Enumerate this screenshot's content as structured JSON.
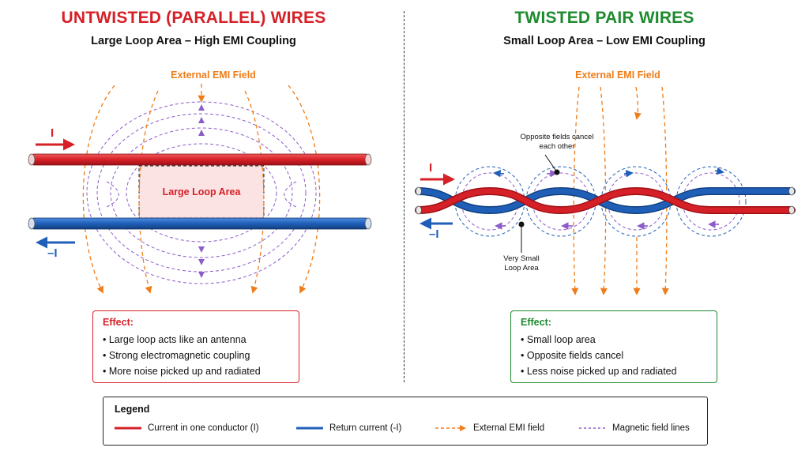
{
  "left": {
    "title": "UNTWISTED (PARALLEL) WIRES",
    "subtitle": "Large Loop Area – High EMI Coupling",
    "emi_label": "External EMI Field",
    "loop_label": "Large Loop Area",
    "current_label": "I",
    "return_label": "–I",
    "effect": {
      "title": "Effect:",
      "items": [
        "Large loop acts like an antenna",
        "Strong electromagnetic coupling",
        "More noise picked up and radiated"
      ]
    }
  },
  "right": {
    "title": "TWISTED PAIR WIRES",
    "subtitle": "Small Loop Area – Low EMI Coupling",
    "emi_label": "External EMI Field",
    "cancel_note": "Opposite fields cancel each other",
    "small_loop_note": "Very Small Loop Area",
    "current_label": "I",
    "return_label": "–I",
    "effect": {
      "title": "Effect:",
      "items": [
        "Small loop area",
        "Opposite fields cancel",
        "Less noise picked up and radiated"
      ]
    }
  },
  "legend": {
    "title": "Legend",
    "items": [
      {
        "label": "Current in one conductor (I)",
        "icon": "red-line"
      },
      {
        "label": "Return current (-I)",
        "icon": "blue-line"
      },
      {
        "label": "External EMI field",
        "icon": "orange-dashed-arrow"
      },
      {
        "label": "Magnetic field lines",
        "icon": "purple-dashed-line"
      }
    ]
  },
  "colors": {
    "red": "#d62027",
    "blue": "#1f5fb8",
    "orange": "#ef7d1a",
    "purple": "#8d5cc9",
    "green": "#1d8a2e"
  }
}
